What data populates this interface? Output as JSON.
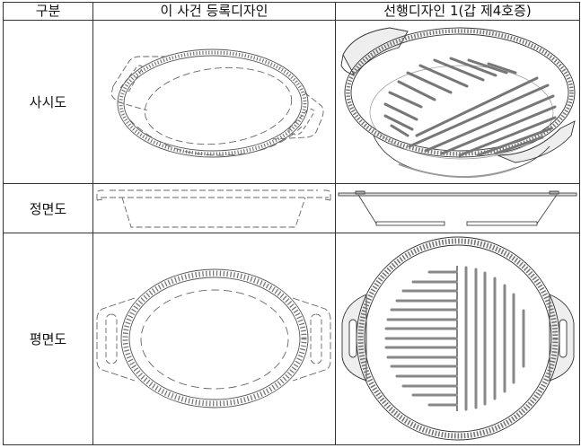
{
  "table": {
    "headers": [
      "구분",
      "이 사건 등록디자인",
      "선행디자인 1(갑 제4호증)"
    ],
    "rows": [
      {
        "label": "사시도",
        "registered_figure": "perspective-view-oval-pan-with-handles",
        "prior_figure": "perspective-view-round-grill-pan-with-ribs"
      },
      {
        "label": "정면도",
        "registered_figure": "front-view-oval-pan",
        "prior_figure": "front-view-round-grill-pan"
      },
      {
        "label": "평면도",
        "registered_figure": "plan-view-oval-pan",
        "prior_figure": "plan-view-round-grill-pan"
      }
    ]
  }
}
